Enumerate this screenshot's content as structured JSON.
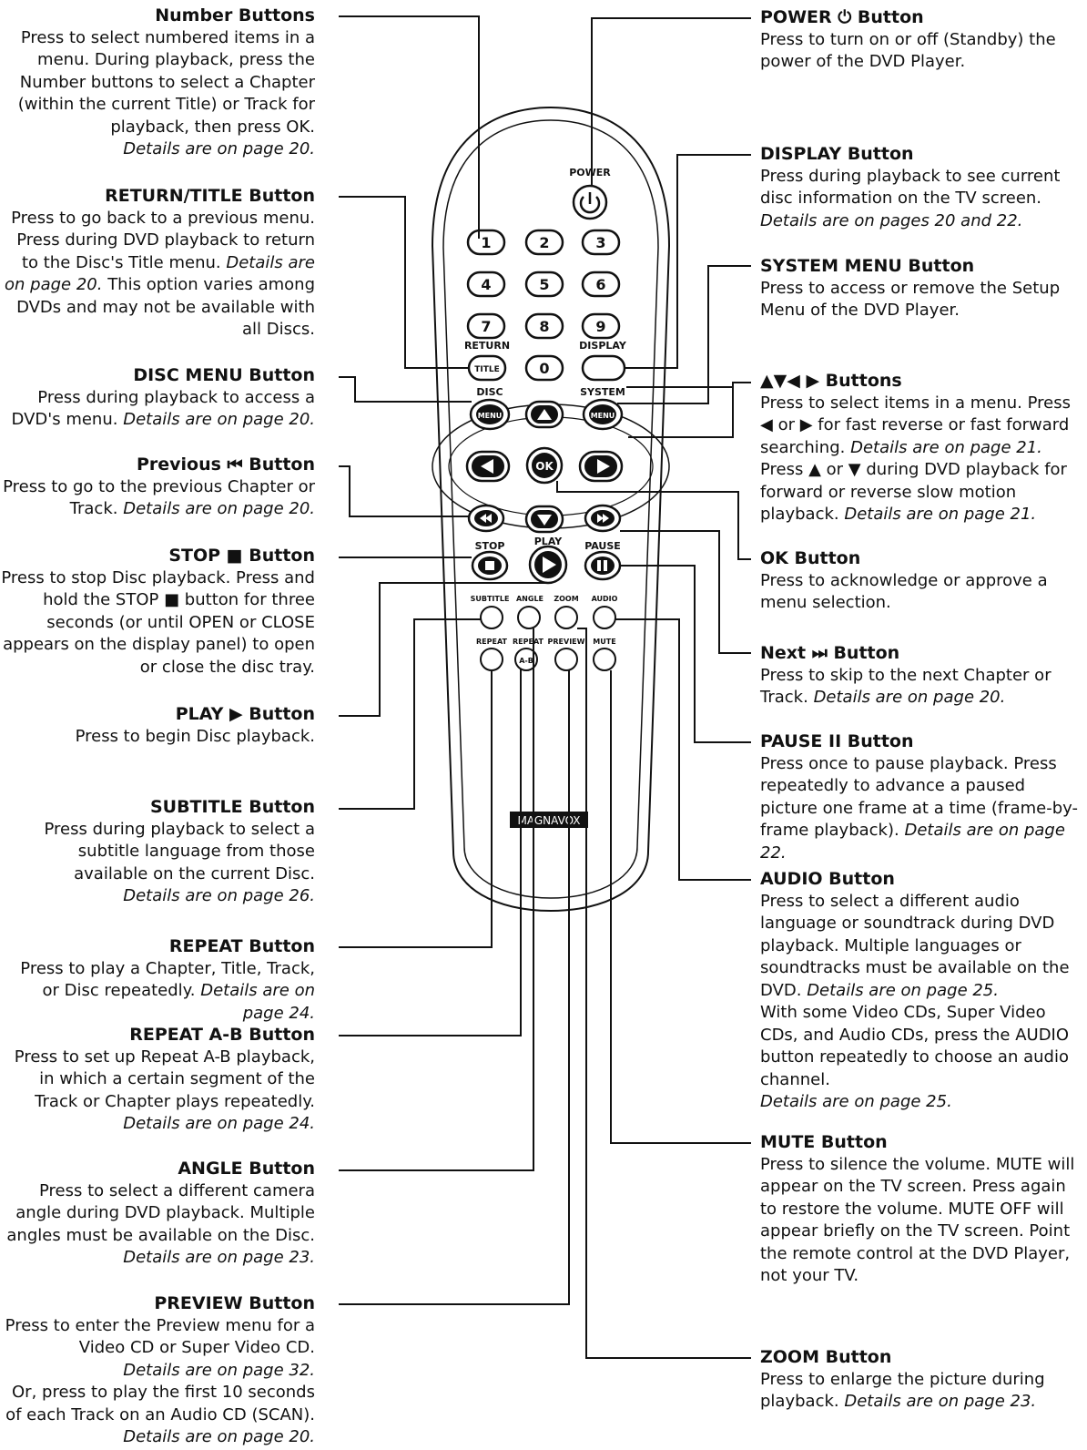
{
  "left_callouts": [
    {
      "id": "number",
      "title": "Number Buttons",
      "desc": "Press to select numbered items in a menu. During playback, press the Number buttons to select a Chapter (within the current Title) or Track for playback, then press OK.",
      "detail": "Details are on page 20."
    },
    {
      "id": "return",
      "title": "RETURN/TITLE Button",
      "desc": "Press to go back to a previous menu. Press during DVD playback to return to the Disc's Title menu.",
      "detail": "Details are on page 20.",
      "desc2": "This option varies among DVDs and may not be available with all Discs."
    },
    {
      "id": "discmenu",
      "title": "DISC MENU Button",
      "desc": "Press during playback to access a DVD's menu.",
      "detail": "Details are on page 20."
    },
    {
      "id": "previous",
      "title": "Previous ⏮ Button",
      "desc": "Press to go to the previous Chapter or Track.",
      "detail": "Details are on page 20."
    },
    {
      "id": "stop",
      "title": "STOP ■ Button",
      "desc": "Press to stop Disc playback. Press and hold the STOP ■ button for three seconds (or until OPEN or CLOSE appears on the display panel) to open or close the disc tray.",
      "detail": ""
    },
    {
      "id": "play",
      "title": "PLAY ▶ Button",
      "desc": "Press to begin Disc playback.",
      "detail": ""
    },
    {
      "id": "subtitle",
      "title": "SUBTITLE Button",
      "desc": "Press during playback to select a subtitle language from those available on the current Disc.",
      "detail": "Details are on page 26."
    },
    {
      "id": "repeat",
      "title": "REPEAT Button",
      "desc": "Press to play a Chapter, Title, Track, or Disc repeatedly.",
      "detail": "Details are on page 24."
    },
    {
      "id": "repeatab",
      "title": "REPEAT A-B Button",
      "desc": "Press to set up Repeat A-B playback, in which a certain segment of the Track or Chapter plays repeatedly.",
      "detail": "Details are on page 24."
    },
    {
      "id": "angle",
      "title": "ANGLE Button",
      "desc": "Press to select a different camera angle during DVD playback. Multiple angles must be available on the Disc.",
      "detail": "Details are on page 23."
    },
    {
      "id": "preview",
      "title": "PREVIEW Button",
      "desc": "Press to enter the Preview menu for a Video CD or Super Video CD.",
      "detail": "Details are on page 32.",
      "desc2": "Or, press to play the first 10 seconds of each Track on an Audio CD (SCAN).",
      "detail2": "Details are on page 20."
    }
  ],
  "right_callouts": [
    {
      "id": "power",
      "title": "POWER ⏻ Button",
      "desc": "Press to turn on or off (Standby) the power of the DVD Player.",
      "detail": ""
    },
    {
      "id": "display",
      "title": "DISPLAY Button",
      "desc": "Press during playback to see current disc information on the TV screen.",
      "detail": "Details are on pages 20 and 22."
    },
    {
      "id": "systemmenu",
      "title": "SYSTEM MENU Button",
      "desc": "Press to access or remove the Setup Menu of the DVD Player.",
      "detail": ""
    },
    {
      "id": "arrows",
      "title": "▲▼◀ ▶ Buttons",
      "desc": "Press to select items in a menu. Press ◀ or ▶ for fast reverse or fast forward searching.",
      "detail": "Details are on page 21.",
      "desc2": "Press ▲ or ▼ during DVD playback for forward or reverse slow motion playback.",
      "detail2": "Details are on page 21."
    },
    {
      "id": "ok",
      "title": "OK Button",
      "desc": "Press to acknowledge or approve a menu selection.",
      "detail": ""
    },
    {
      "id": "next",
      "title": "Next ⏭ Button",
      "desc": "Press to skip to the next Chapter or Track.",
      "detail": "Details are on page 20."
    },
    {
      "id": "pause",
      "title": "PAUSE II Button",
      "desc": "Press once to pause playback. Press repeatedly to advance a paused picture one frame at a time (frame-by-frame playback).",
      "detail": "Details are on page 22."
    },
    {
      "id": "audio",
      "title": "AUDIO Button",
      "desc": "Press to select a different audio language or soundtrack during DVD playback. Multiple languages or soundtracks must be available on the DVD.",
      "detail": "Details are on page 25.",
      "desc2": "With some Video CDs, Super Video CDs, and Audio CDs, press the AUDIO button repeatedly to choose an audio channel.",
      "detail2": "Details are on page 25."
    },
    {
      "id": "mute",
      "title": "MUTE Button",
      "desc": "Press to silence the volume. MUTE will appear on the TV screen. Press again to restore the volume. MUTE OFF will appear briefly on the TV screen. Point the remote control at the DVD Player, not your TV.",
      "detail": ""
    },
    {
      "id": "zoom",
      "title": "ZOOM Button",
      "desc": "Press to enlarge the picture during playback.",
      "detail": "Details are on page 23."
    }
  ],
  "remote": {
    "brand": "MAGNAVOX",
    "power_label": "POWER",
    "digits": [
      "1",
      "2",
      "3",
      "4",
      "5",
      "6",
      "7",
      "8",
      "9",
      "0"
    ],
    "return_label": "RETURN",
    "title_key": "TITLE",
    "display_label": "DISPLAY",
    "disc_label": "DISC",
    "system_label": "SYSTEM",
    "menu_key": "MENU",
    "ok_key": "OK",
    "stop_label": "STOP",
    "play_label": "PLAY",
    "pause_label": "PAUSE",
    "subtitle_label": "SUBTITLE",
    "angle_label": "ANGLE",
    "zoom_label": "ZOOM",
    "audio_label": "AUDIO",
    "repeat_label": "REPEAT",
    "repeat2_label": "REPEAT",
    "ab_key": "A-B",
    "preview_label": "PREVIEW",
    "mute_label": "MUTE"
  }
}
